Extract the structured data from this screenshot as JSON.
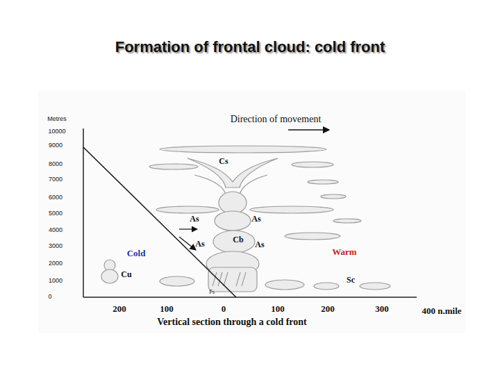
{
  "diagram": {
    "title": "Formation of frontal cloud: cold front",
    "caption": "Vertical section through a cold front",
    "labels": [
      "Metres",
      "10000",
      "9000",
      "8000",
      "7000",
      "6000",
      "5000",
      "4000",
      "3000",
      "2000",
      "1000",
      "0",
      "Direction of movement",
      "Cs",
      "As",
      "As",
      "As",
      "Cb",
      "As",
      "Cold",
      "Warm",
      "Cu",
      "Sc",
      "Fs",
      "200",
      "100",
      "0",
      "100",
      "200",
      "300",
      "400 n.mile"
    ]
  }
}
